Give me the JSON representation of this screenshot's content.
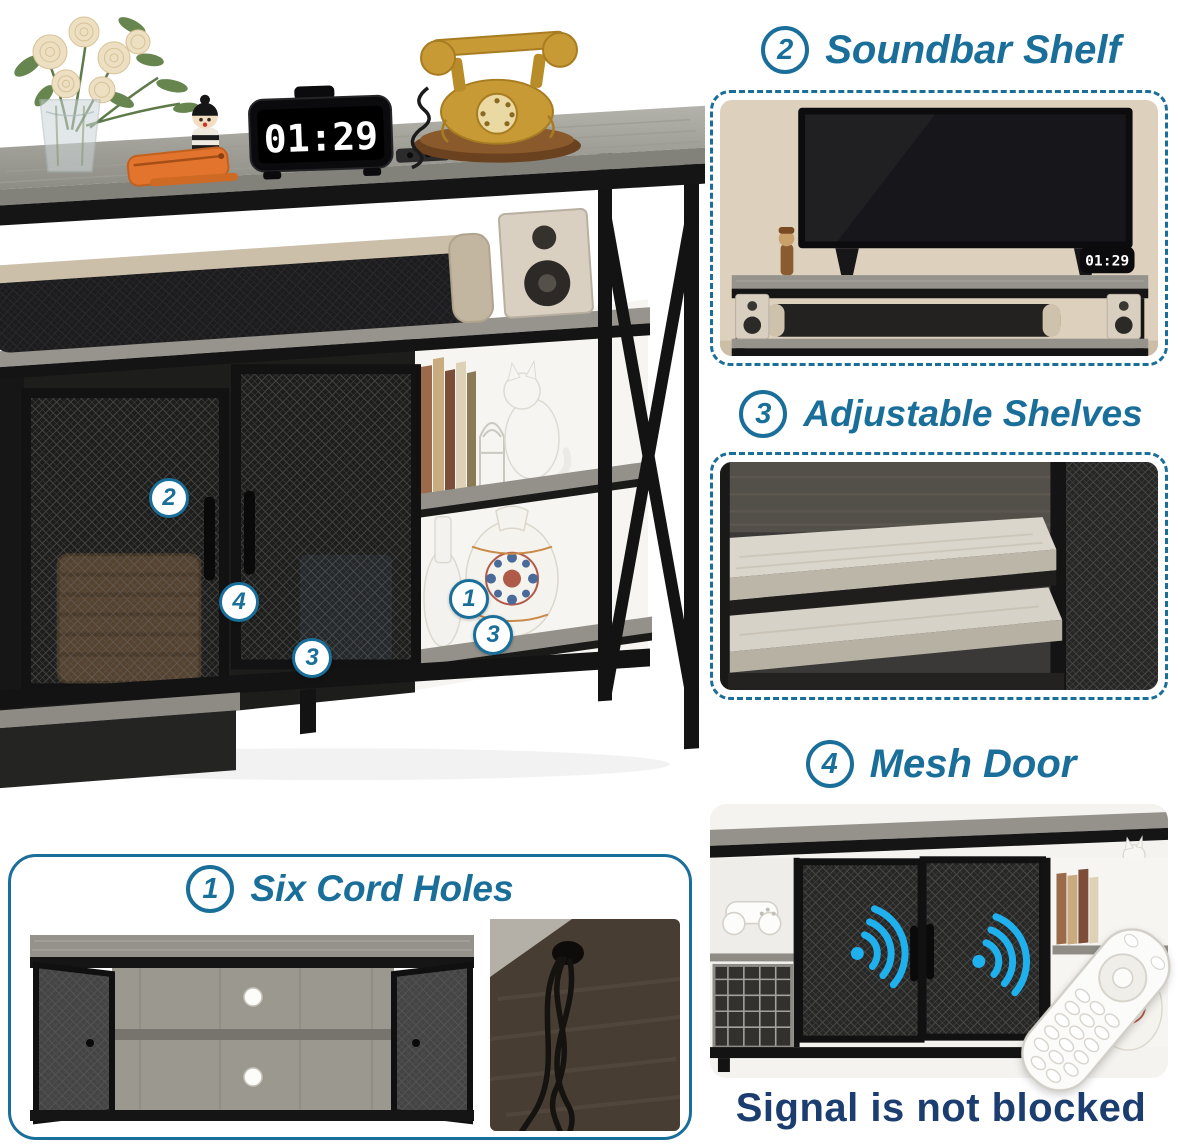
{
  "colors": {
    "accent": "#1a6f9a",
    "navy": "#1b3d70",
    "wifi_blue": "#1fb0ee"
  },
  "main_photo": {
    "clock_time": "01:29",
    "badges": [
      {
        "label": "2"
      },
      {
        "label": "4"
      },
      {
        "label": "3"
      },
      {
        "label": "1"
      },
      {
        "label": "3"
      }
    ]
  },
  "cord_holes": {
    "badge": "1",
    "title": "Six Cord Holes"
  },
  "side_panels": [
    {
      "badge": "2",
      "title": "Soundbar Shelf",
      "clock_time": "01:29"
    },
    {
      "badge": "3",
      "title": "Adjustable Shelves"
    },
    {
      "badge": "4",
      "title": "Mesh Door"
    }
  ],
  "footer": {
    "text": "Signal is not blocked"
  }
}
